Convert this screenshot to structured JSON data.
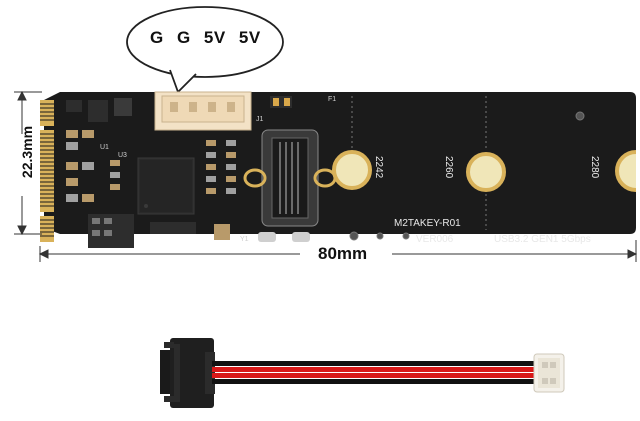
{
  "bubble": {
    "text": "G  G  5V  5V"
  },
  "board": {
    "model": "M2TAKEY-R01",
    "version": "VER006",
    "spec": "USB3.2 GEN1 5Gbps",
    "mount_2242": "2242",
    "mount_2260": "2260",
    "mount_2280": "2280",
    "label_u1": "U1",
    "label_u3": "U3",
    "label_y1": "Y1",
    "label_f1": "F1",
    "label_j1": "J1"
  },
  "dimensions": {
    "width": "80mm",
    "height": "22.3mm"
  },
  "colors": {
    "pcb": "#1b1b1b",
    "gold": "#d9b25a",
    "connector": "#f3e2c6",
    "cable_red": "#d81818",
    "cable_black": "#111111"
  }
}
